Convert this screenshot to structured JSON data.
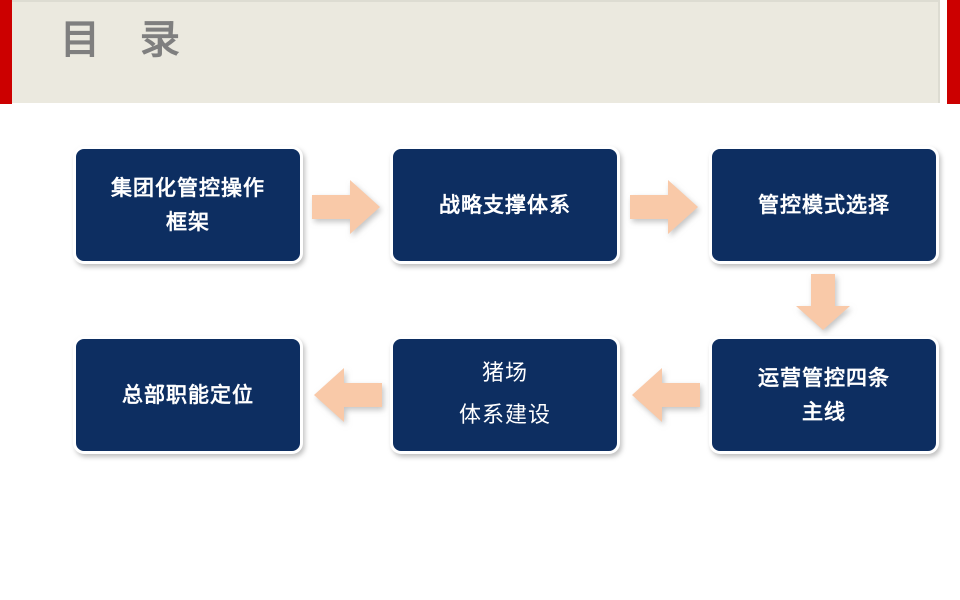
{
  "slide": {
    "header": {
      "title": "目  录",
      "accent_color": "#CC0000",
      "panel_color": "#EBE9DF",
      "title_color": "#7F7F7F"
    },
    "theme": {
      "box_fill": "#0D2E61",
      "box_border": "#FFFFFF",
      "box_text": "#FFFFFF",
      "arrow_fill": "#F9C9A8",
      "page_background": "#FFFFFF"
    },
    "flow": {
      "boxes": [
        {
          "id": "box-1",
          "label": "集团化管控操作\n框架",
          "order": 1
        },
        {
          "id": "box-2",
          "label": "战略支撑体系",
          "order": 2
        },
        {
          "id": "box-3",
          "label": "管控模式选择",
          "order": 3
        },
        {
          "id": "box-4",
          "label": "运营管控四条\n主线",
          "order": 4
        },
        {
          "id": "box-5",
          "label": "猪场\n体系建设",
          "order": 5
        },
        {
          "id": "box-6",
          "label": "总部职能定位",
          "order": 6
        }
      ],
      "arrows": [
        {
          "id": "arrow-1",
          "direction": "right",
          "from": "box-1",
          "to": "box-2"
        },
        {
          "id": "arrow-2",
          "direction": "right",
          "from": "box-2",
          "to": "box-3"
        },
        {
          "id": "arrow-3",
          "direction": "down",
          "from": "box-3",
          "to": "box-4"
        },
        {
          "id": "arrow-4",
          "direction": "left",
          "from": "box-4",
          "to": "box-5"
        },
        {
          "id": "arrow-5",
          "direction": "left",
          "from": "box-5",
          "to": "box-6"
        }
      ]
    }
  }
}
